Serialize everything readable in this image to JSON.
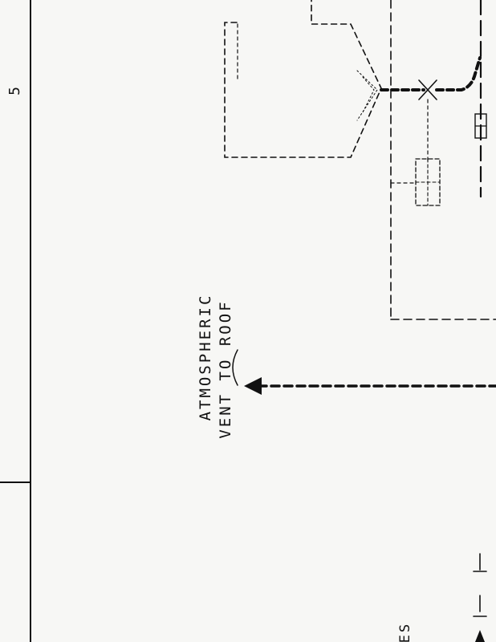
{
  "sheet": {
    "zone_number": "5"
  },
  "labels": {
    "vent_line1": "ATMOSPHERIC",
    "vent_line2": "VENT TO ROOF",
    "edge_fragment": "ES"
  }
}
